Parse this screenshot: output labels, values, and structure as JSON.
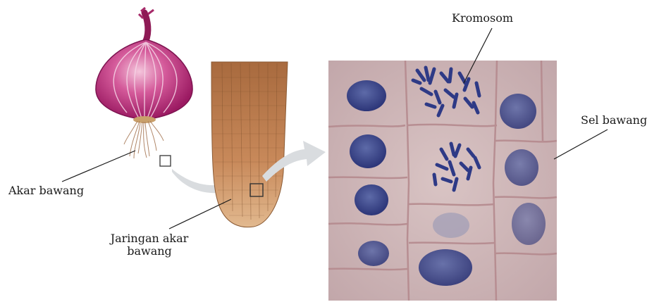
{
  "labels": {
    "kromosom": "Kromosom",
    "sel_bawang": "Sel bawang",
    "akar_bawang": "Akar bawang",
    "jaringan_line1": "Jaringan akar",
    "jaringan_line2": "bawang"
  }
}
